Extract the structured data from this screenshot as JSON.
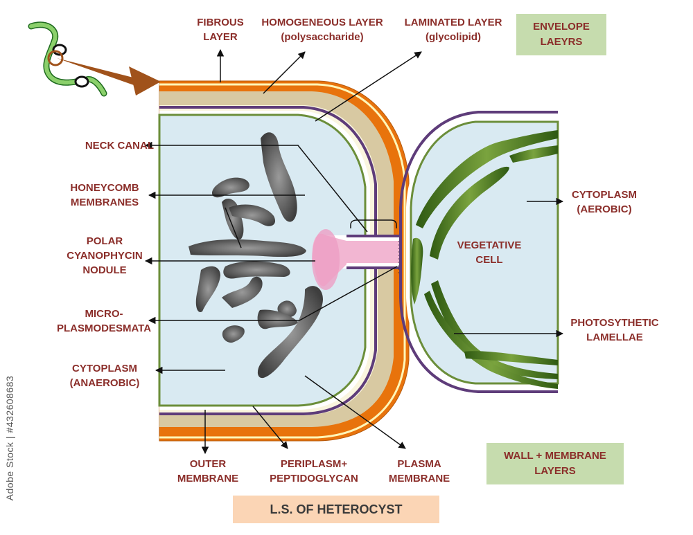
{
  "labels": {
    "fibrous_layer": "FIBROUS\nLAYER",
    "homogeneous_layer": "HOMOGENEOUS LAYER\n(polysaccharide)",
    "laminated_layer": "LAMINATED LAYER\n(glycolipid)",
    "envelope_layers": "ENVELOPE\nLAEYRS",
    "neck_canal": "NECK CANAL",
    "honeycomb_membranes": "HONEYCOMB\nMEMBRANES",
    "polar_nodule": "POLAR\nCYANOPHYCIN\nNODULE",
    "microplasmodesmata": "MICRO-\nPLASMODESMATA",
    "cytoplasm_anaerobic": "CYTOPLASM\n(ANAEROBIC)",
    "cytoplasm_aerobic": "CYTOPLASM\n(AEROBIC)",
    "vegetative_cell": "VEGETATIVE\nCELL",
    "photosynthetic_lamellae": "PHOTOSYTHETIC\nLAMELLAE",
    "outer_membrane": "OUTER\nMEMBRANE",
    "periplasm": "PERIPLASM+\nPEPTIDOGLYCAN",
    "plasma_membrane": "PLASMA\nMEMBRANE",
    "wall_membrane_layers": "WALL + MEMBRANE\nLAYERS",
    "title": "L.S. OF HETEROCYST"
  },
  "watermark": "Adobe Stock | #432608683",
  "colors": {
    "label_text": "#8b2e2a",
    "fibrous": "#e8730c",
    "homogeneous": "#d8c9a2",
    "laminated": "#fff8c8",
    "membrane_purple": "#5e3c7a",
    "membrane_green": "#6b8e3a",
    "cytoplasm": "#d9eaf2",
    "nodule": "#f2b6d2",
    "lamellae": "#4b7a1e",
    "honeycomb": "#5a5a5a",
    "arrow_brown": "#a0521b"
  }
}
